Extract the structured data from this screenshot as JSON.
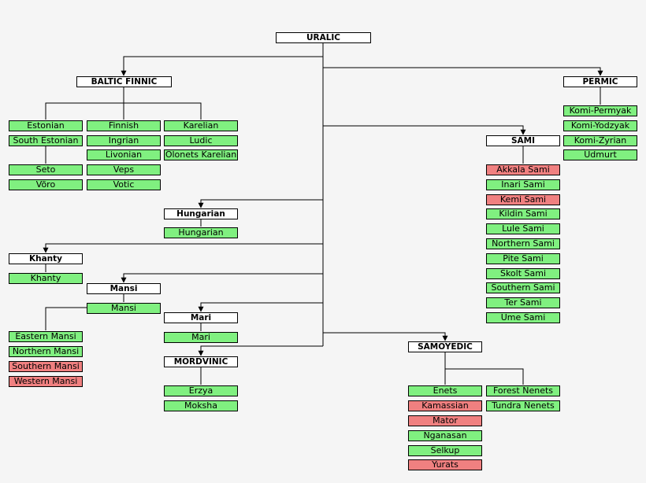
{
  "colors": {
    "background": "#f5f5f5",
    "group_box": "#ffffff",
    "living_language": "#80f080",
    "extinct_language": "#f08080",
    "lines": "#000000"
  },
  "root": "URALIC",
  "baltic_finnic": {
    "title": "BALTIC FINNIC",
    "col1": [
      {
        "label": "Estonian",
        "status": "living"
      },
      {
        "label": "South Estonian",
        "status": "living"
      },
      {
        "label": "Seto",
        "status": "living"
      },
      {
        "label": "Võro",
        "status": "living"
      }
    ],
    "col2": [
      {
        "label": "Finnish",
        "status": "living"
      },
      {
        "label": "Ingrian",
        "status": "living"
      },
      {
        "label": "Livonian",
        "status": "living"
      },
      {
        "label": "Veps",
        "status": "living"
      },
      {
        "label": "Votic",
        "status": "living"
      }
    ],
    "col3": [
      {
        "label": "Karelian",
        "status": "living"
      },
      {
        "label": "Ludic",
        "status": "living"
      },
      {
        "label": "Olonets Karelian",
        "status": "living"
      }
    ]
  },
  "permic": {
    "title": "PERMIC",
    "items": [
      {
        "label": "Komi-Permyak",
        "status": "living"
      },
      {
        "label": "Komi-Yodzyak",
        "status": "living"
      },
      {
        "label": "Komi-Zyrian",
        "status": "living"
      },
      {
        "label": "Udmurt",
        "status": "living"
      }
    ]
  },
  "sami": {
    "title": "SAMI",
    "items": [
      {
        "label": "Akkala Sami",
        "status": "extinct"
      },
      {
        "label": "Inari Sami",
        "status": "living"
      },
      {
        "label": "Kemi Sami",
        "status": "extinct"
      },
      {
        "label": "Kildin Sami",
        "status": "living"
      },
      {
        "label": "Lule Sami",
        "status": "living"
      },
      {
        "label": "Northern Sami",
        "status": "living"
      },
      {
        "label": "Pite Sami",
        "status": "living"
      },
      {
        "label": "Skolt Sami",
        "status": "living"
      },
      {
        "label": "Southern Sami",
        "status": "living"
      },
      {
        "label": "Ter Sami",
        "status": "living"
      },
      {
        "label": "Ume Sami",
        "status": "living"
      }
    ]
  },
  "hungarian": {
    "title": "Hungarian",
    "items": [
      {
        "label": "Hungarian",
        "status": "living"
      }
    ]
  },
  "khanty": {
    "title": "Khanty",
    "items": [
      {
        "label": "Khanty",
        "status": "living"
      }
    ]
  },
  "mansi": {
    "title": "Mansi",
    "sub": "Mansi",
    "items": [
      {
        "label": "Eastern Mansi",
        "status": "living"
      },
      {
        "label": "Northern Mansi",
        "status": "living"
      },
      {
        "label": "Southern Mansi",
        "status": "extinct"
      },
      {
        "label": "Western Mansi",
        "status": "extinct"
      }
    ]
  },
  "mari": {
    "title": "Mari",
    "items": [
      {
        "label": "Mari",
        "status": "living"
      }
    ]
  },
  "mordvinic": {
    "title": "MORDVINIC",
    "items": [
      {
        "label": "Erzya",
        "status": "living"
      },
      {
        "label": "Moksha",
        "status": "living"
      }
    ]
  },
  "samoyedic": {
    "title": "SAMOYEDIC",
    "col1": [
      {
        "label": "Enets",
        "status": "living"
      },
      {
        "label": "Kamassian",
        "status": "extinct"
      },
      {
        "label": "Mator",
        "status": "extinct"
      },
      {
        "label": "Nganasan",
        "status": "living"
      },
      {
        "label": "Selkup",
        "status": "living"
      },
      {
        "label": "Yurats",
        "status": "extinct"
      }
    ],
    "col2": [
      {
        "label": "Forest Nenets",
        "status": "living"
      },
      {
        "label": "Tundra Nenets",
        "status": "living"
      }
    ]
  }
}
